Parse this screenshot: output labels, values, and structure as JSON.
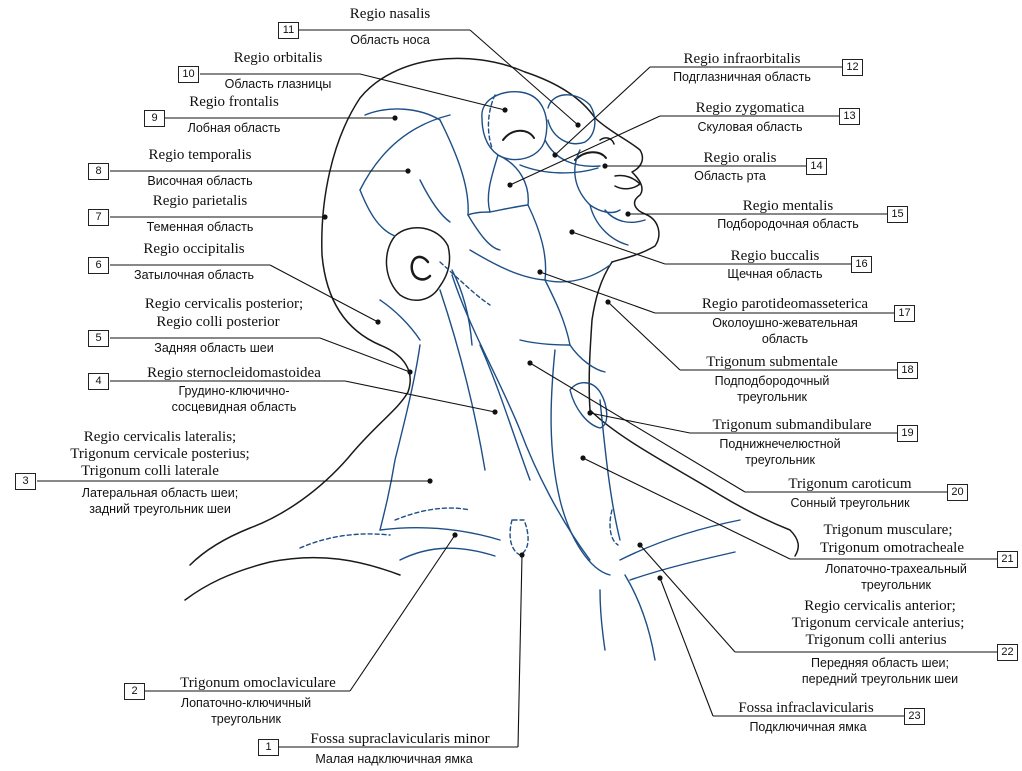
{
  "colors": {
    "region_line": "#1d4f86",
    "outline": "#1a1a1a",
    "leader": "#111111"
  },
  "labels": {
    "r1": {
      "num": "1",
      "lat": [
        "Fossa supraclavicularis minor"
      ],
      "rus": [
        "Малая надключичная ямка"
      ]
    },
    "r2": {
      "num": "2",
      "lat": [
        "Trigonum omoclaviculare"
      ],
      "rus": [
        "Лопаточно-ключичный",
        "треугольник"
      ]
    },
    "r3": {
      "num": "3",
      "lat": [
        "Regio cervicalis lateralis;",
        "Trigonum cervicale posterius;",
        "Trigonum colli laterale"
      ],
      "rus": [
        "Латеральная область шеи;",
        "задний треугольник шеи"
      ]
    },
    "r4": {
      "num": "4",
      "lat": [
        "Regio sternocleidomastoidea"
      ],
      "rus": [
        "Грудино-ключично-",
        "сосцевидная область"
      ]
    },
    "r5": {
      "num": "5",
      "lat": [
        "Regio cervicalis posterior;",
        "Regio colli posterior"
      ],
      "rus": [
        "Задняя область шеи"
      ]
    },
    "r6": {
      "num": "6",
      "lat": [
        "Regio occipitalis"
      ],
      "rus": [
        "Затылочная область"
      ]
    },
    "r7": {
      "num": "7",
      "lat": [
        "Regio parietalis"
      ],
      "rus": [
        "Теменная область"
      ]
    },
    "r8": {
      "num": "8",
      "lat": [
        "Regio temporalis"
      ],
      "rus": [
        "Височная область"
      ]
    },
    "r9": {
      "num": "9",
      "lat": [
        "Regio frontalis"
      ],
      "rus": [
        "Лобная область"
      ]
    },
    "r10": {
      "num": "10",
      "lat": [
        "Regio orbitalis"
      ],
      "rus": [
        "Область глазницы"
      ]
    },
    "r11": {
      "num": "11",
      "lat": [
        "Regio nasalis"
      ],
      "rus": [
        "Область носа"
      ]
    },
    "r12": {
      "num": "12",
      "lat": [
        "Regio infraorbitalis"
      ],
      "rus": [
        "Подглазничная область"
      ]
    },
    "r13": {
      "num": "13",
      "lat": [
        "Regio zygomatica"
      ],
      "rus": [
        "Скуловая область"
      ]
    },
    "r14": {
      "num": "14",
      "lat": [
        "Regio oralis"
      ],
      "rus": [
        "Область рта"
      ]
    },
    "r15": {
      "num": "15",
      "lat": [
        "Regio mentalis"
      ],
      "rus": [
        "Подбородочная область"
      ]
    },
    "r16": {
      "num": "16",
      "lat": [
        "Regio buccalis"
      ],
      "rus": [
        "Щечная область"
      ]
    },
    "r17": {
      "num": "17",
      "lat": [
        "Regio parotideomasseterica"
      ],
      "rus": [
        "Околоушно-жевательная",
        "область"
      ]
    },
    "r18": {
      "num": "18",
      "lat": [
        "Trigonum submentale"
      ],
      "rus": [
        "Подподбородочный",
        "треугольник"
      ]
    },
    "r19": {
      "num": "19",
      "lat": [
        "Trigonum submandibulare"
      ],
      "rus": [
        "Поднижнечелюстной",
        "треугольник"
      ]
    },
    "r20": {
      "num": "20",
      "lat": [
        "Trigonum caroticum"
      ],
      "rus": [
        "Сонный треугольник"
      ]
    },
    "r21": {
      "num": "21",
      "lat": [
        "Trigonum musculare;",
        "Trigonum omotracheale"
      ],
      "rus": [
        "Лопаточно-трахеальный",
        "треугольник"
      ]
    },
    "r22": {
      "num": "22",
      "lat": [
        "Regio cervicalis anterior;",
        "Trigonum cervicale anterius;",
        "Trigonum colli anterius"
      ],
      "rus": [
        "Передняя область шеи;",
        "передний треугольник шеи"
      ]
    },
    "r23": {
      "num": "23",
      "lat": [
        "Fossa infraclavicularis"
      ],
      "rus": [
        "Подключичная ямка"
      ]
    }
  }
}
